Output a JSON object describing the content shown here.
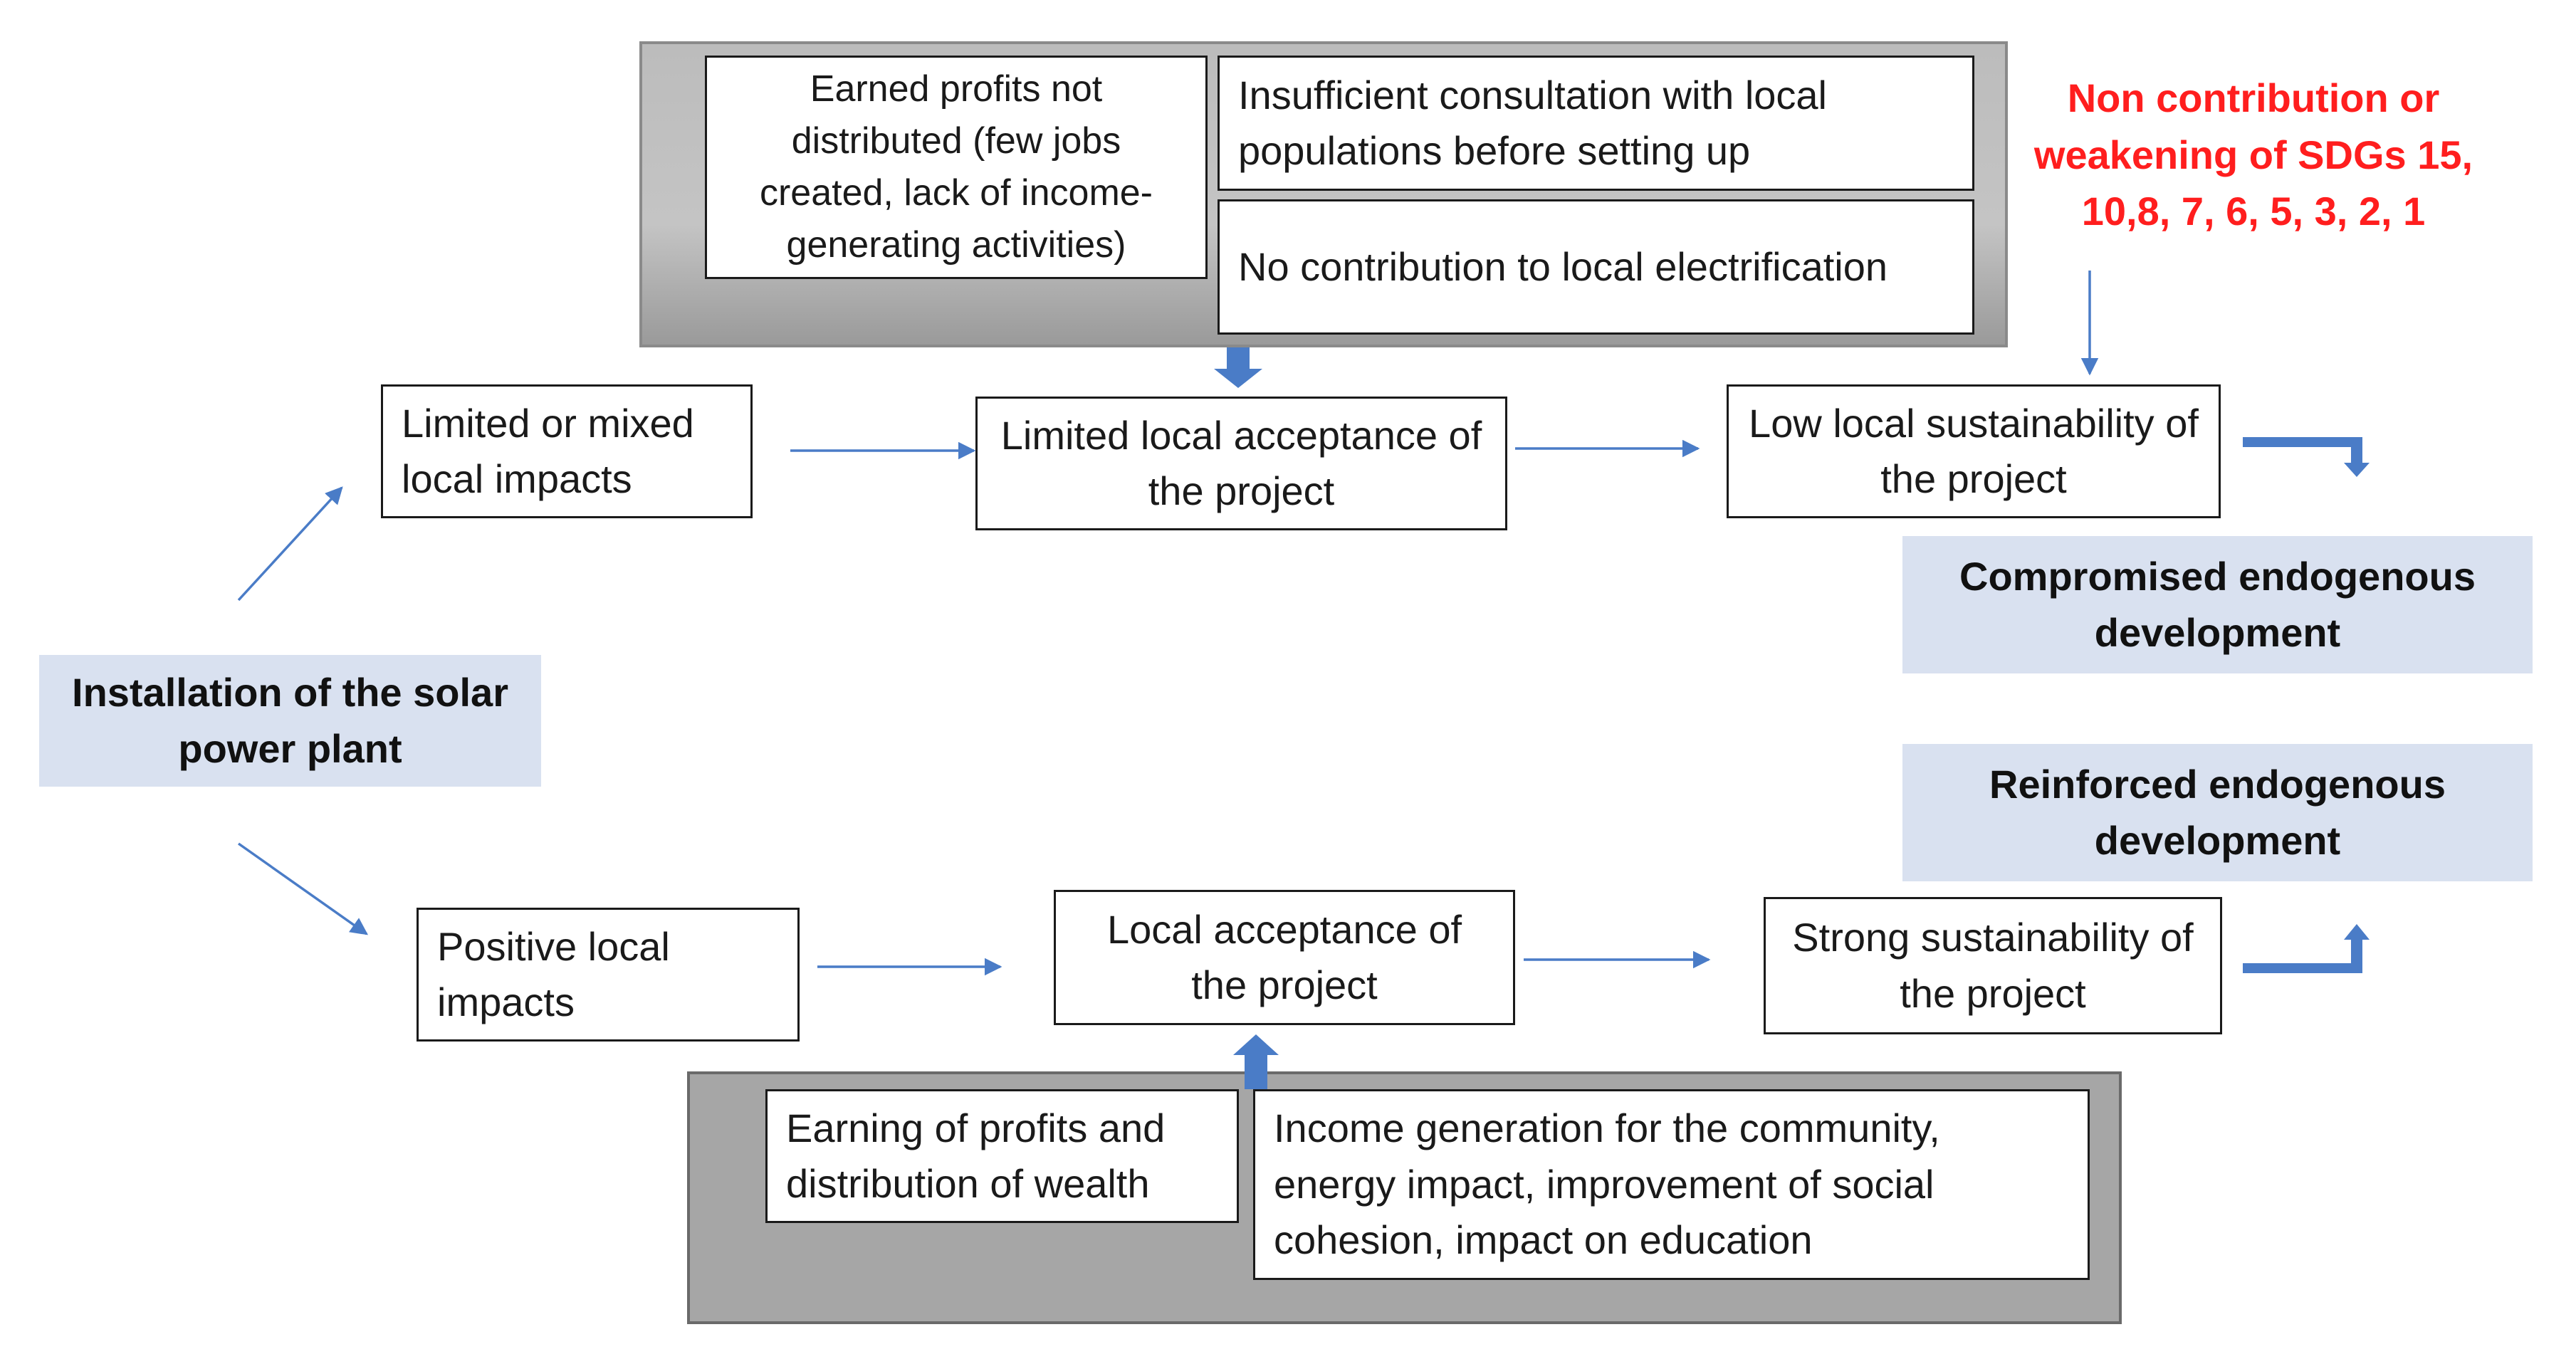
{
  "top_panel": {
    "profits_not_distributed": "Earned profits not distributed (few jobs created, lack of income-generating activities)",
    "insufficient_consultation": "Insufficient consultation with local populations before setting up",
    "no_electrification": "No contribution to local electrification"
  },
  "upper_path": {
    "limited_impacts": "Limited or mixed local impacts",
    "limited_acceptance": "Limited local acceptance of the project",
    "low_sustainability": "Low local sustainability of the project"
  },
  "sdg_note": "Non contribution or weakening of SDGs 15, 10,8, 7, 6, 5, 3, 2, 1",
  "compromised_development": "Compromised endogenous development",
  "installation": "Installation of the solar power plant",
  "reinforced_development": "Reinforced endogenous development",
  "lower_path": {
    "positive_impacts": "Positive local impacts",
    "local_acceptance": "Local acceptance of the project",
    "strong_sustainability": "Strong sustainability of the project"
  },
  "bottom_panel": {
    "earning_profits": "Earning of profits and distribution of wealth",
    "income_generation": "Income generation for the community, energy impact, improvement of social cohesion, impact on education"
  },
  "colors": {
    "arrow": "#4a7cc7",
    "highlight_box": "#d9e1f0",
    "sdg_text": "#ff1e1e"
  }
}
